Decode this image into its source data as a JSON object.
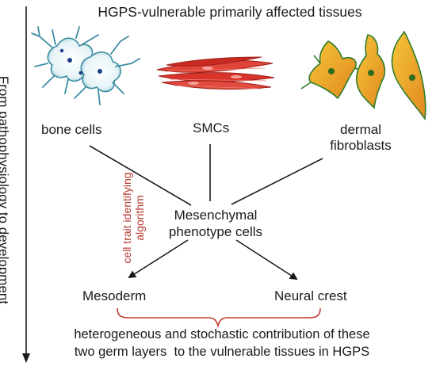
{
  "title": "HGPS-vulnerable primarily affected tissues",
  "side_label": "From pathophysiology to development",
  "tissues": [
    {
      "label": "bone cells"
    },
    {
      "label": "SMCs"
    },
    {
      "label": "dermal fibroblasts",
      "line1": "dermal",
      "line2": "fibroblasts"
    }
  ],
  "center_node": {
    "line1": "Mesenchymal",
    "line2": "phenotype cells"
  },
  "algorithm_label": {
    "line1": "cell trait identifying",
    "line2": "algorithm"
  },
  "germ_layers": [
    {
      "label": "Mesoderm"
    },
    {
      "label": "Neural crest"
    }
  ],
  "footer": {
    "line1": "heterogeneous and stochastic contribution of these",
    "line2": "two germ layers  to the vulnerable tissues in HGPS"
  },
  "colors": {
    "text": "#1a1a1a",
    "accent_red": "#b5382e",
    "bracket": "#c0392b",
    "bone_cell": "#6fb3c4",
    "smc": "#d9342b",
    "fibroblast": "#e8a12a"
  }
}
